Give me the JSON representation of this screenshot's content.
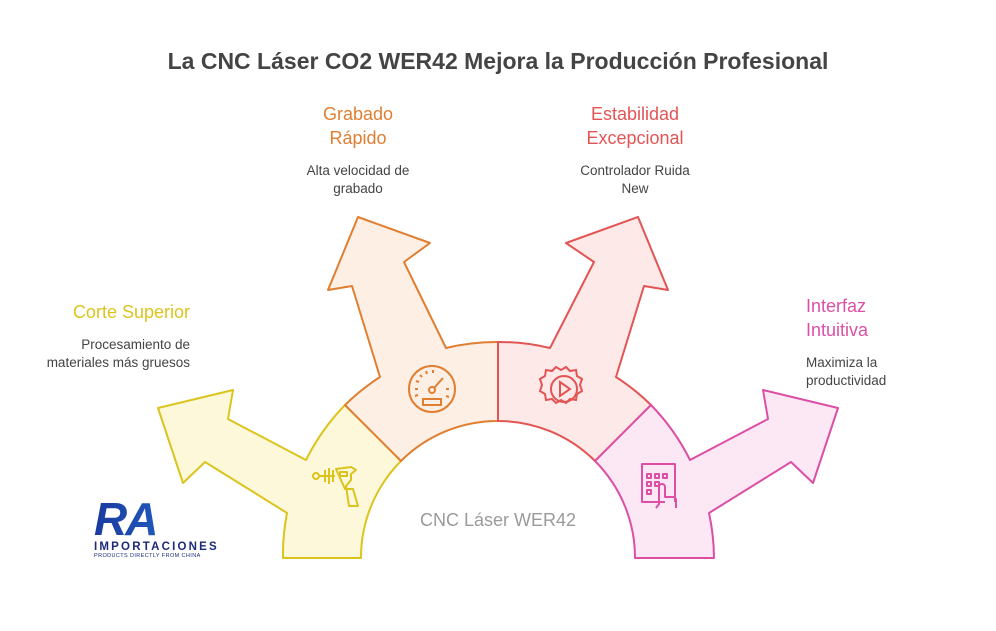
{
  "title": "La CNC Láser CO2 WER42 Mejora la Producción Profesional",
  "center_label": "CNC Láser WER42",
  "items": [
    {
      "heading": "Corte Superior",
      "description": "Procesamiento de materiales más gruesos",
      "icon": "laser-gun-icon",
      "color": "#dcc41e"
    },
    {
      "heading": "Grabado Rápido",
      "description": "Alta velocidad de grabado",
      "icon": "speedometer-icon",
      "color": "#e07e32"
    },
    {
      "heading": "Estabilidad Excepcional",
      "description": "Controlador Ruida New",
      "icon": "gear-play-icon",
      "color": "#e35454"
    },
    {
      "heading": "Interfaz Intuitiva",
      "description": "Maximiza la productividad",
      "icon": "touch-keypad-icon",
      "color": "#dc4fa5"
    }
  ],
  "logo": {
    "letters": "RA",
    "name": "IMPORTACIONES",
    "tagline": "PRODUCTS DIRECTLY FROM CHINA"
  }
}
